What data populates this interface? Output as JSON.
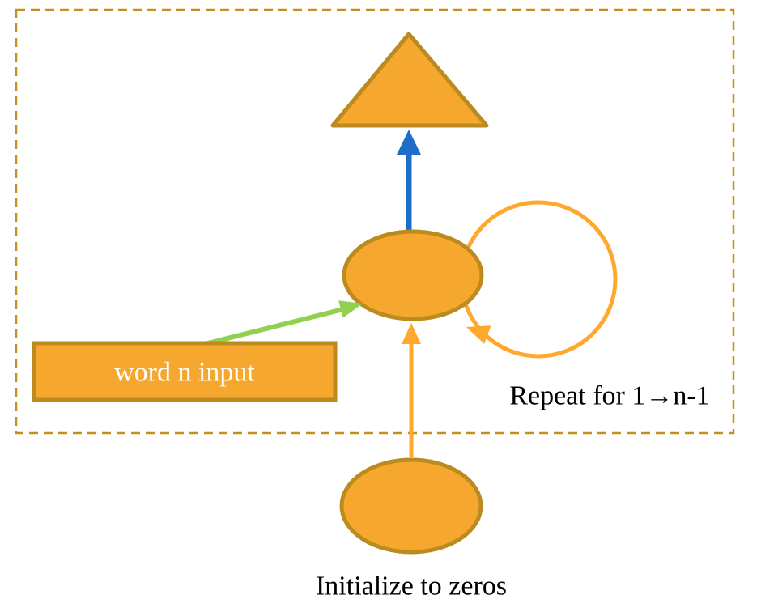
{
  "labels": {
    "input_box": "word n input",
    "repeat": "Repeat for 1→n-1",
    "initialize": "Initialize to zeros"
  },
  "colors": {
    "shape_fill": "#F5A72E",
    "shape_stroke": "#BC8B20",
    "loop_stroke": "#FFA82E",
    "blue_arrow": "#1E6EC8",
    "green_arrow": "#92D050",
    "dashed_border": "#BE9120",
    "label_text": "#FFFFFF",
    "text_color": "#000000"
  }
}
